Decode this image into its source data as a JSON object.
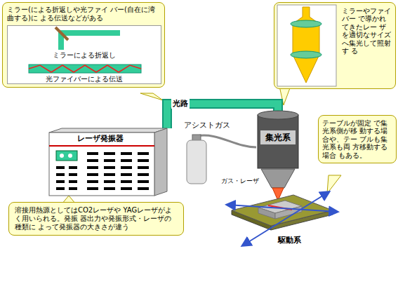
{
  "diagram": {
    "nodes": [
      {
        "text": [
          "ミラー(による折返しや光ファイ バー(自在に湾曲する)に よる伝送などがある"
        ]
      },
      {
        "text": [
          "ミラーによる折返し",
          "光ファイバーによる伝送"
        ],
        "in": 0
      },
      {
        "text": [
          "ミラーやファイバー で導かれてきたレー ザを適切なサイズ へ集光して照射す る"
        ]
      },
      {
        "text": [
          "レーザ発振器"
        ]
      },
      {
        "text": [
          "アシストガス"
        ]
      },
      {
        "text": [
          "集光系"
        ]
      },
      {
        "text": [
          "テーブルが固定 で集光系側が移 動する場合や、テー ブルも集光系も両 方移動する場合 もある。"
        ]
      },
      {
        "text": [
          "溶接用熱源としてはCO2レーザや YAGレーザがよく用いられる。発振 器出力や発振形式・レーザの種類に よって発振器の大きさが違う"
        ]
      },
      {
        "text": [
          "駆動系"
        ]
      }
    ],
    "edges": [
      {
        "from": 3,
        "to": 5,
        "arrow": "none",
        "label": "光路"
      },
      {
        "from": 4,
        "to": 5,
        "arrow": "none"
      }
    ],
    "labels": [
      "ガス・レーザ"
    ]
  }
}
